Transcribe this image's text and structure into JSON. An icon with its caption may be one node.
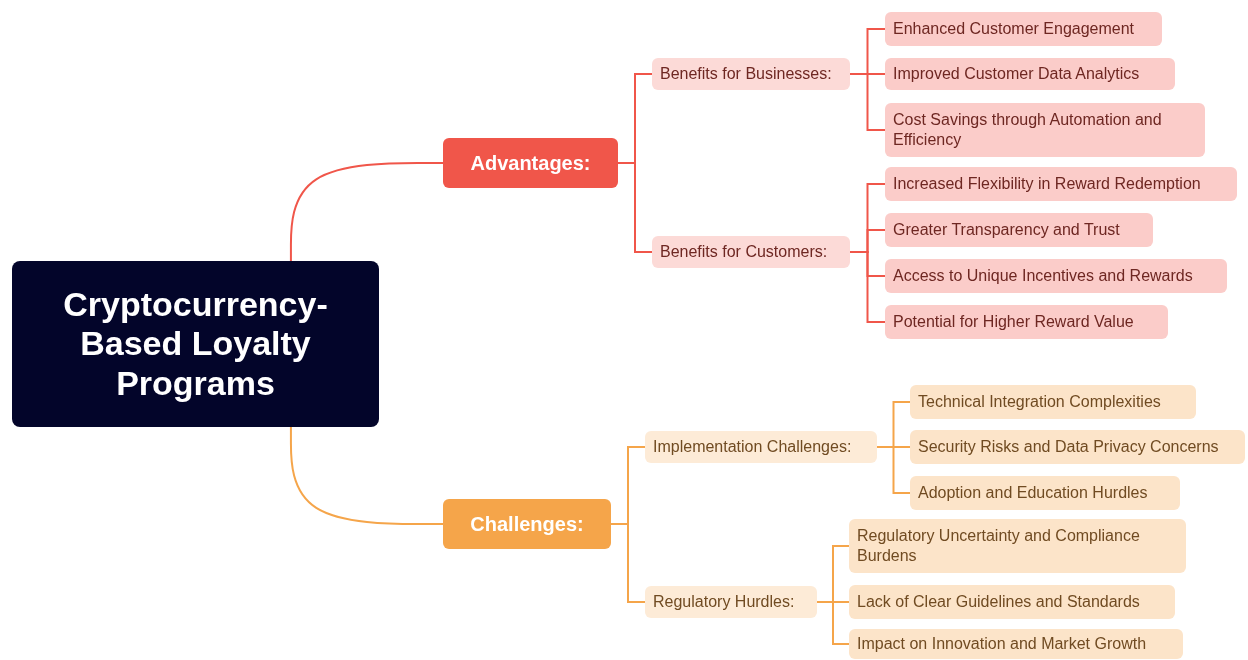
{
  "diagram": {
    "nodes": [
      {
        "text": [
          "Cryptocurrency-Based Loyalty Programs"
        ]
      },
      {
        "text": [
          "Advantages:"
        ]
      },
      {
        "text": [
          "Benefits for Businesses:"
        ]
      },
      {
        "text": [
          "Enhanced Customer Engagement"
        ]
      },
      {
        "text": [
          "Improved Customer Data Analytics"
        ]
      },
      {
        "text": [
          "Cost Savings through Automation and Efficiency"
        ]
      },
      {
        "text": [
          "Benefits for Customers:"
        ]
      },
      {
        "text": [
          "Increased Flexibility in Reward Redemption"
        ]
      },
      {
        "text": [
          "Greater Transparency and Trust"
        ]
      },
      {
        "text": [
          "Access to Unique Incentives and Rewards"
        ]
      },
      {
        "text": [
          "Potential for Higher Reward Value"
        ]
      },
      {
        "text": [
          "Challenges:"
        ]
      },
      {
        "text": [
          "Implementation Challenges:"
        ]
      },
      {
        "text": [
          "Technical Integration Complexities"
        ]
      },
      {
        "text": [
          "Security Risks and Data Privacy Concerns"
        ]
      },
      {
        "text": [
          "Adoption and Education Hurdles"
        ]
      },
      {
        "text": [
          "Regulatory Hurdles:"
        ]
      },
      {
        "text": [
          "Regulatory Uncertainty and Compliance Burdens"
        ]
      },
      {
        "text": [
          "Lack of Clear Guidelines and Standards"
        ]
      },
      {
        "text": [
          "Impact on Innovation and Market Growth"
        ]
      }
    ],
    "edges": [
      {
        "from": 0,
        "to": 1,
        "arrow": "none"
      },
      {
        "from": 1,
        "to": 2,
        "arrow": "none"
      },
      {
        "from": 1,
        "to": 6,
        "arrow": "none"
      },
      {
        "from": 2,
        "to": 3,
        "arrow": "none"
      },
      {
        "from": 2,
        "to": 4,
        "arrow": "none"
      },
      {
        "from": 2,
        "to": 5,
        "arrow": "none"
      },
      {
        "from": 6,
        "to": 7,
        "arrow": "none"
      },
      {
        "from": 6,
        "to": 8,
        "arrow": "none"
      },
      {
        "from": 6,
        "to": 9,
        "arrow": "none"
      },
      {
        "from": 6,
        "to": 10,
        "arrow": "none"
      },
      {
        "from": 0,
        "to": 11,
        "arrow": "none",
        "color": "#f5a54a"
      },
      {
        "from": 11,
        "to": 12,
        "arrow": "none",
        "color": "#f5a54a"
      },
      {
        "from": 11,
        "to": 16,
        "arrow": "none",
        "color": "#f5a54a"
      },
      {
        "from": 12,
        "to": 13,
        "arrow": "none",
        "color": "#f5a54a"
      },
      {
        "from": 12,
        "to": 14,
        "arrow": "none",
        "color": "#f5a54a"
      },
      {
        "from": 12,
        "to": 15,
        "arrow": "none",
        "color": "#f5a54a"
      },
      {
        "from": 16,
        "to": 17,
        "arrow": "none",
        "color": "#f5a54a"
      },
      {
        "from": 16,
        "to": 18,
        "arrow": "none",
        "color": "#f5a54a"
      },
      {
        "from": 16,
        "to": 19,
        "arrow": "none",
        "color": "#f5a54a"
      }
    ]
  }
}
